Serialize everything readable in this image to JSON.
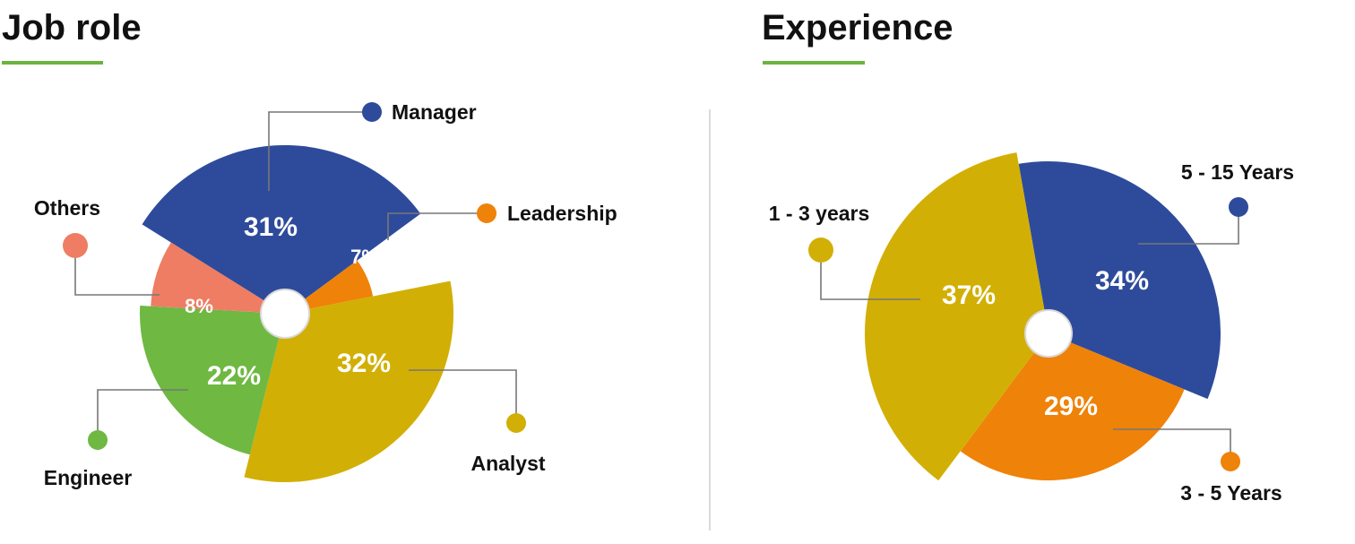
{
  "title_underline_color": "#6cb33f",
  "divider_color": "#cfcfcf",
  "chart_data": [
    {
      "type": "pie",
      "title": "Job role",
      "slices": [
        {
          "label": "Manager",
          "value": 31,
          "value_label": "31%",
          "color": "#2e4b9b"
        },
        {
          "label": "Leadership",
          "value": 7,
          "value_label": "7%",
          "color": "#ef8208"
        },
        {
          "label": "Analyst",
          "value": 32,
          "value_label": "32%",
          "color": "#d2af05"
        },
        {
          "label": "Engineer",
          "value": 22,
          "value_label": "22%",
          "color": "#6fb842"
        },
        {
          "label": "Others",
          "value": 8,
          "value_label": "8%",
          "color": "#ee7d63"
        }
      ],
      "style": "variable-radius pie with center hole and leader-line legend"
    },
    {
      "type": "pie",
      "title": "Experience",
      "slices": [
        {
          "label": "5 - 15 Years",
          "value": 34,
          "value_label": "34%",
          "color": "#2e4b9b"
        },
        {
          "label": "3 - 5 Years",
          "value": 29,
          "value_label": "29%",
          "color": "#ef8208"
        },
        {
          "label": "1 - 3 years",
          "value": 37,
          "value_label": "37%",
          "color": "#d2af05"
        }
      ],
      "style": "variable-radius pie with center hole and leader-line legend"
    }
  ]
}
